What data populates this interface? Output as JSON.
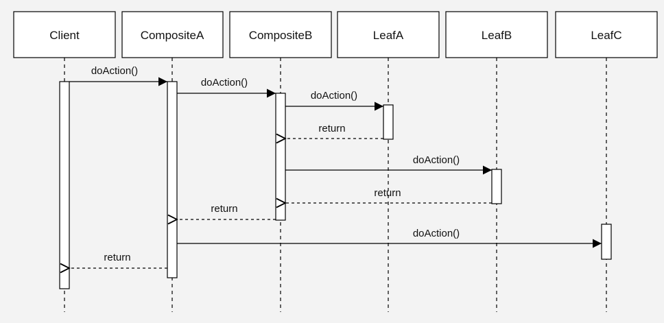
{
  "participants": [
    {
      "id": "client",
      "label": "Client"
    },
    {
      "id": "compositeA",
      "label": "CompositeA"
    },
    {
      "id": "compositeB",
      "label": "CompositeB"
    },
    {
      "id": "leafA",
      "label": "LeafA"
    },
    {
      "id": "leafB",
      "label": "LeafB"
    },
    {
      "id": "leafC",
      "label": "LeafC"
    }
  ],
  "messages": [
    {
      "from": "Client",
      "to": "CompositeA",
      "label": "doAction()",
      "kind": "call"
    },
    {
      "from": "CompositeA",
      "to": "CompositeB",
      "label": "doAction()",
      "kind": "call"
    },
    {
      "from": "CompositeB",
      "to": "LeafA",
      "label": "doAction()",
      "kind": "call"
    },
    {
      "from": "LeafA",
      "to": "CompositeB",
      "label": "return",
      "kind": "return"
    },
    {
      "from": "CompositeB",
      "to": "LeafB",
      "label": "doAction()",
      "kind": "call"
    },
    {
      "from": "LeafB",
      "to": "CompositeB",
      "label": "return",
      "kind": "return"
    },
    {
      "from": "CompositeB",
      "to": "CompositeA",
      "label": "return",
      "kind": "return"
    },
    {
      "from": "CompositeA",
      "to": "LeafC",
      "label": "doAction()",
      "kind": "call"
    },
    {
      "from": "CompositeA",
      "to": "Client",
      "label": "return",
      "kind": "return"
    }
  ],
  "colors": {
    "background": "#f3f3f3",
    "box_fill": "#ffffff",
    "line": "#000000"
  }
}
